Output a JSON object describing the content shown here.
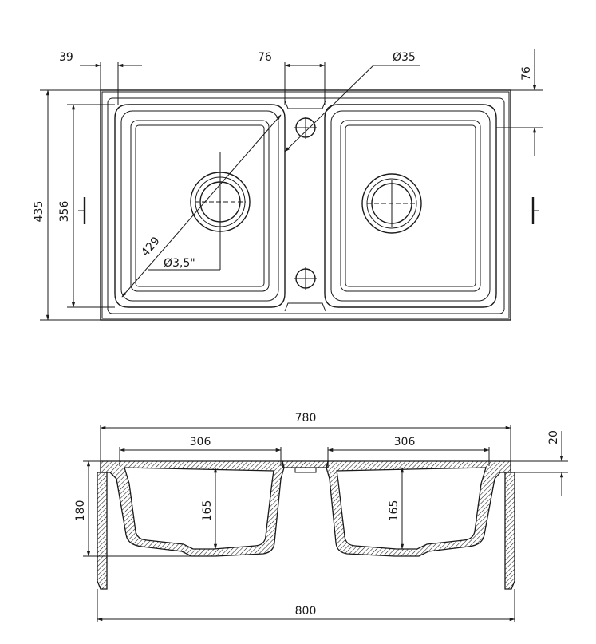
{
  "top_view": {
    "dims": {
      "left_offset": "39",
      "center_gap": "76",
      "hole_diameter": "Ø35",
      "right_offset": "76",
      "total_height": "435",
      "bowl_height": "356",
      "diagonal": "429",
      "drain_size": "Ø3,5\""
    }
  },
  "section_view": {
    "dims": {
      "inner_width": "780",
      "bowl_left_width": "306",
      "bowl_right_width": "306",
      "rim_thickness": "20",
      "total_depth": "180",
      "bowl_left_depth": "165",
      "bowl_right_depth": "165",
      "outer_width": "800"
    }
  }
}
